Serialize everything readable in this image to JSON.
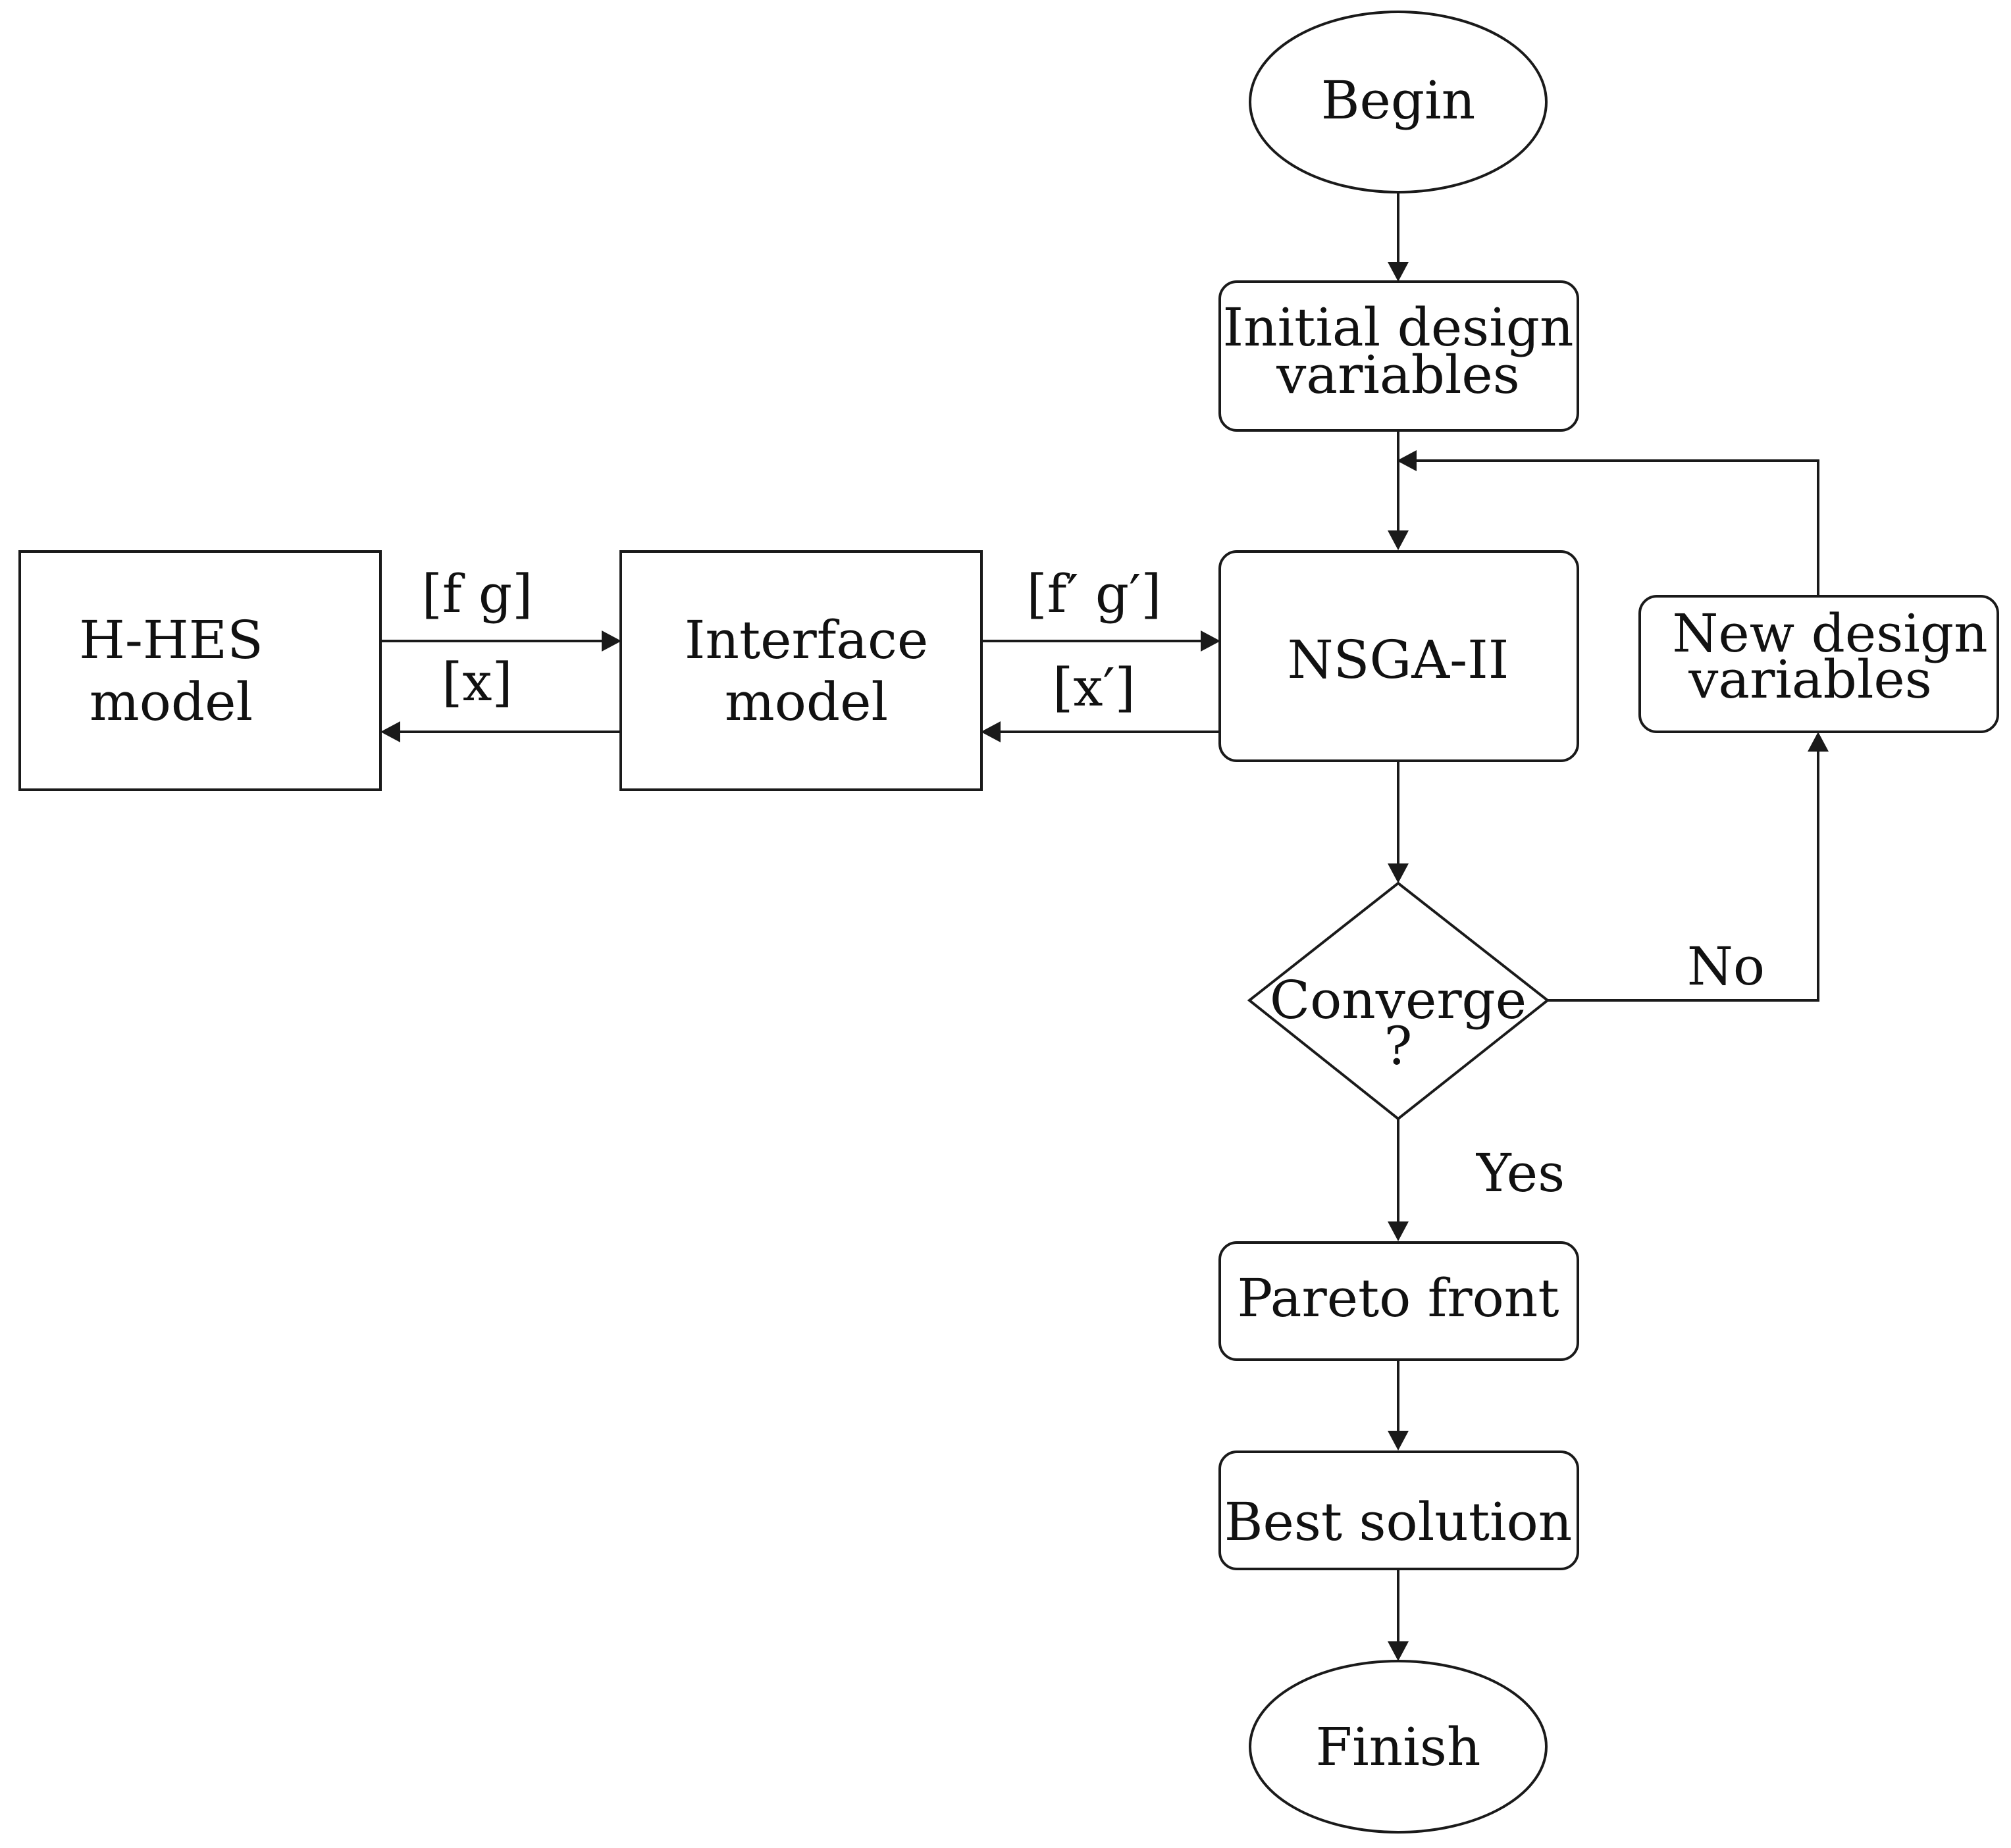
{
  "nodes": {
    "begin": "Begin",
    "initial_line1": "Initial design",
    "initial_line2": "variables",
    "nsga": "NSGA-II",
    "new_line1": "New design",
    "new_line2": "variables",
    "converge_line1": "Converge",
    "converge_line2": "?",
    "pareto": "Pareto front",
    "best": "Best solution",
    "finish": "Finish",
    "hhes_line1": "H-HES",
    "hhes_line2": "model",
    "interface_line1": "Interface",
    "interface_line2": "model"
  },
  "edges": {
    "fg": "[f g]",
    "x": "[x]",
    "fg_prime": "[f′ g′]",
    "x_prime": "[x′]",
    "no": "No",
    "yes": "Yes"
  }
}
